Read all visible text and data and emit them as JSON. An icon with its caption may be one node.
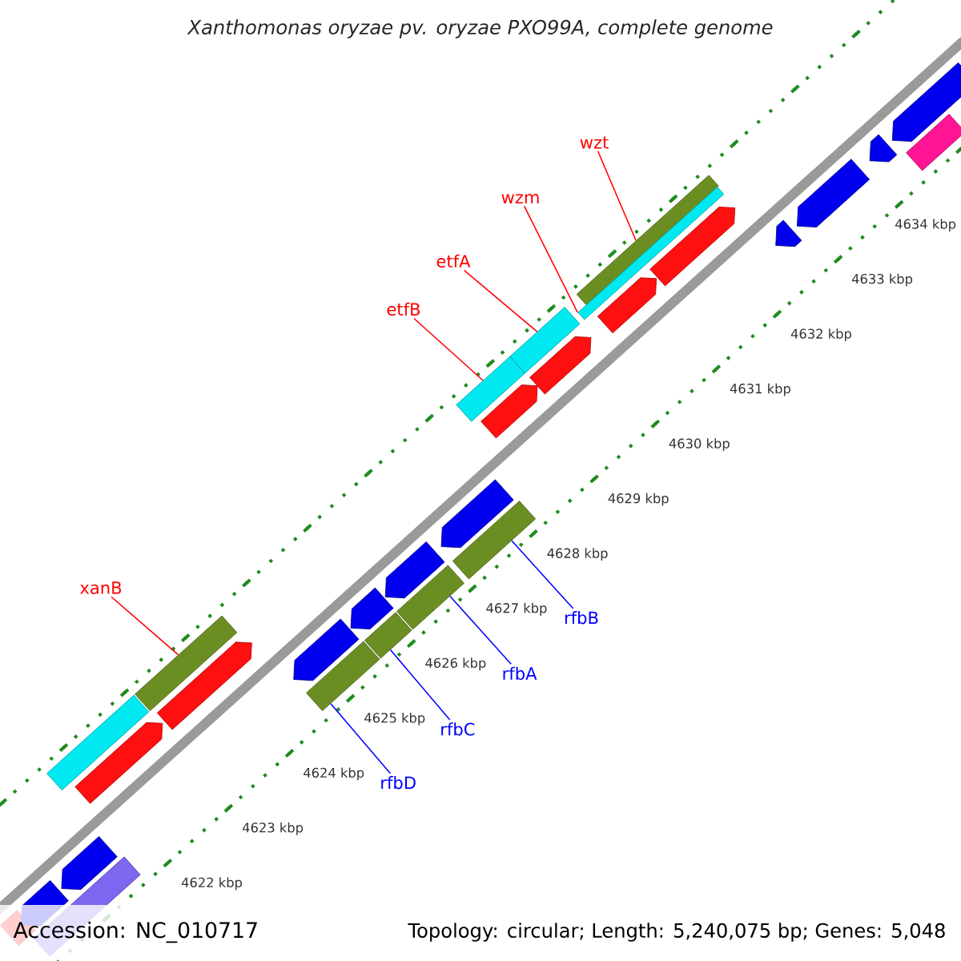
{
  "diagram": {
    "title": "Xanthomonas oryzae pv. oryzae PXO99A, complete genome",
    "nodes": [
      {
        "text": [
          "wzt"
        ]
      },
      {
        "text": [
          "wzm"
        ]
      },
      {
        "text": [
          "etfA"
        ]
      },
      {
        "text": [
          "etfB"
        ]
      },
      {
        "text": [
          "xanB"
        ]
      },
      {
        "text": [
          "rfbB"
        ]
      },
      {
        "text": [
          "rfbA"
        ]
      },
      {
        "text": [
          "rfbC"
        ]
      },
      {
        "text": [
          "rfbD"
        ]
      },
      {
        "text": [],
        "shape": "bar"
      },
      {
        "text": [],
        "shape": "bar"
      },
      {
        "text": [],
        "shape": "pentagon"
      },
      {
        "text": [],
        "shape": "pentagon"
      },
      {
        "text": [],
        "shape": "bar"
      },
      {
        "text": [],
        "shape": "pentagon"
      },
      {
        "text": [],
        "shape": "pentagon"
      },
      {
        "text": [],
        "shape": "bar"
      },
      {
        "text": [],
        "shape": "bar"
      },
      {
        "text": [],
        "shape": "pentagon"
      },
      {
        "text": [],
        "shape": "bar"
      },
      {
        "text": [],
        "shape": "pentagon"
      },
      {
        "text": [],
        "shape": "bar"
      },
      {
        "text": [],
        "shape": "pentagon"
      },
      {
        "text": [],
        "shape": "bar"
      },
      {
        "text": [],
        "shape": "pentagon"
      },
      {
        "text": [],
        "shape": "bar"
      },
      {
        "text": [],
        "shape": "pentagon"
      },
      {
        "text": [],
        "shape": "pentagon"
      },
      {
        "text": [],
        "shape": "bar"
      },
      {
        "text": [],
        "shape": "bar"
      },
      {
        "text": [],
        "shape": "bar"
      },
      {
        "text": [],
        "shape": "pentagon"
      },
      {
        "text": [],
        "shape": "pentagon"
      },
      {
        "text": [],
        "shape": "pentagon"
      },
      {
        "text": [],
        "shape": "pentagon"
      },
      {
        "text": [],
        "shape": "pentagon"
      },
      {
        "text": [],
        "shape": "bar"
      },
      {
        "text": [],
        "shape": "pentagon"
      }
    ],
    "edges": [
      {
        "from": 0,
        "to": 29,
        "arrow": "none"
      },
      {
        "from": 1,
        "to": 30,
        "arrow": "none"
      },
      {
        "from": 2,
        "to": 28,
        "arrow": "none"
      },
      {
        "from": 3,
        "to": 25,
        "arrow": "none"
      },
      {
        "from": 4,
        "to": 16,
        "arrow": "none"
      },
      {
        "from": 5,
        "to": 23,
        "arrow": "none",
        "color": "#0000ff"
      },
      {
        "from": 6,
        "to": 21,
        "arrow": "none",
        "color": "#0000ff"
      },
      {
        "from": 7,
        "to": 19,
        "arrow": "none",
        "color": "#0000ff"
      },
      {
        "from": 8,
        "to": 17,
        "arrow": "none",
        "color": "#0000ff"
      }
    ],
    "labels": [
      "4634 kbp",
      "4633 kbp",
      "4632 kbp",
      "4631 kbp",
      "4630 kbp",
      "4629 kbp",
      "4628 kbp",
      "4627 kbp",
      "4626 kbp",
      "4625 kbp",
      "4624 kbp",
      "4623 kbp",
      "4622 kbp",
      "Accession: NC_010717",
      "Topology: circular; Length: 5,240,075 bp; Genes: 5,048"
    ]
  }
}
